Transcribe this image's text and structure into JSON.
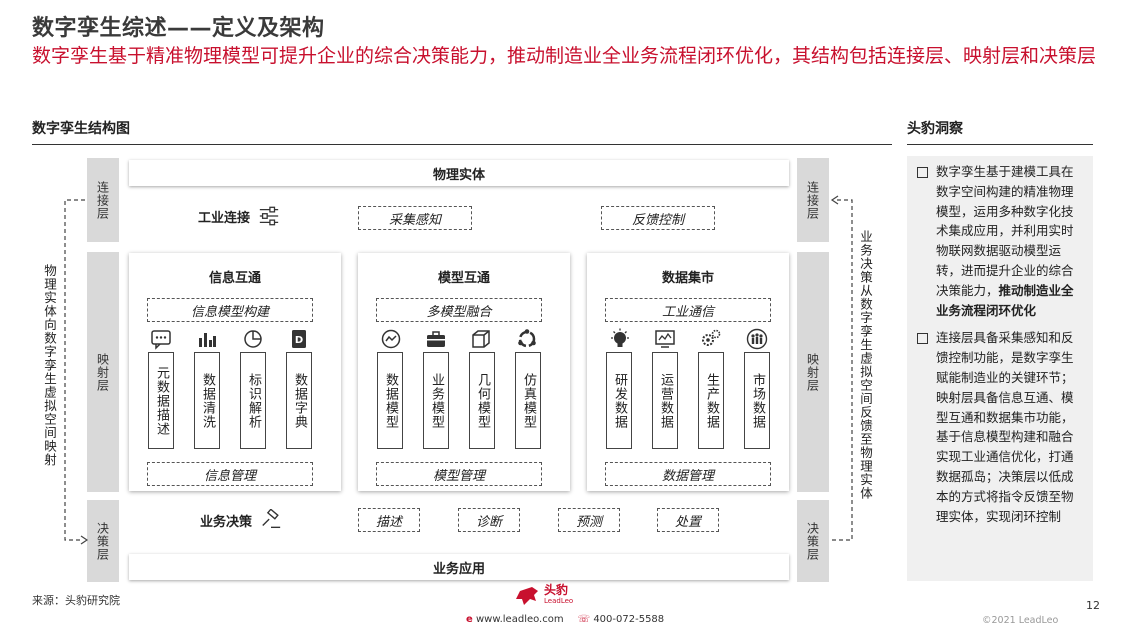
{
  "header": {
    "title": "数字孪生综述——定义及架构",
    "subtitle": "数字孪生基于精准物理模型可提升企业的综合决策能力，推动制造业全业务流程闭环优化，其结构包括连接层、映射层和决策层"
  },
  "left_section": {
    "heading": "数字孪生结构图"
  },
  "right_section": {
    "heading": "头豹洞察"
  },
  "diagram": {
    "layer_tabs": {
      "connect_left": "连接层",
      "map_left": "映射层",
      "decide_left": "决策层",
      "connect_right": "连接层",
      "map_right": "映射层",
      "decide_right": "决策层"
    },
    "top_bar": "物理实体",
    "bottom_bar": "业务应用",
    "industrial": {
      "label": "工业连接",
      "boxes": [
        "采集感知",
        "反馈控制"
      ]
    },
    "panels": [
      {
        "title": "信息互通",
        "top_box": "信息模型构建",
        "columns": [
          "元数据描述",
          "数据清洗",
          "标识解析",
          "数据字典"
        ],
        "icons": [
          "chat-icon",
          "bar-chart-icon",
          "pie-icon",
          "document-icon"
        ],
        "bottom_box": "信息管理"
      },
      {
        "title": "模型互通",
        "top_box": "多模型融合",
        "columns": [
          "数据模型",
          "业务模型",
          "几何模型",
          "仿真模型"
        ],
        "icons": [
          "trend-icon",
          "briefcase-icon",
          "cube-icon",
          "cycle-icon"
        ],
        "bottom_box": "模型管理"
      },
      {
        "title": "数据集市",
        "top_box": "工业通信",
        "columns": [
          "研发数据",
          "运营数据",
          "生产数据",
          "市场数据"
        ],
        "icons": [
          "bulb-icon",
          "monitor-icon",
          "gears-icon",
          "people-icon"
        ],
        "bottom_box": "数据管理"
      }
    ],
    "business": {
      "label": "业务决策",
      "boxes": [
        "描述",
        "诊断",
        "预测",
        "处置"
      ]
    },
    "side_left": "物理实体向数字孪生虚拟空间映射",
    "side_right": "业务决策从数字孪生虚拟空间反馈至物理实体"
  },
  "insights": [
    {
      "text": "数字孪生基于建模工具在数字空间构建的精准物理模型，运用多种数字化技术集成应用，并利用实时物联网数据驱动模型运转，进而提升企业的综合决策能力，",
      "bold": "推动制造业全业务流程闭环优化"
    },
    {
      "text": "连接层具备采集感知和反馈控制功能，是数字孪生赋能制造业的关键环节；映射层具备信息互通、模型互通和数据集市功能，基于信息模型构建和融合实现工业通信优化，打通数据孤岛；决策层以低成本的方式将指令反馈至物理实体，实现闭环控制",
      "bold": ""
    }
  ],
  "footer": {
    "source": "来源：头豹研究院",
    "brand": "头豹",
    "brand_en": "LeadLeo",
    "website": "www.leadleo.com",
    "phone": "400-072-5588",
    "page": "12",
    "copyright": "©2021 LeadLeo"
  },
  "colors": {
    "accent_red": "#c8102e",
    "tab_gray": "#d9d9d9",
    "insight_bg": "#f0f0f0"
  }
}
